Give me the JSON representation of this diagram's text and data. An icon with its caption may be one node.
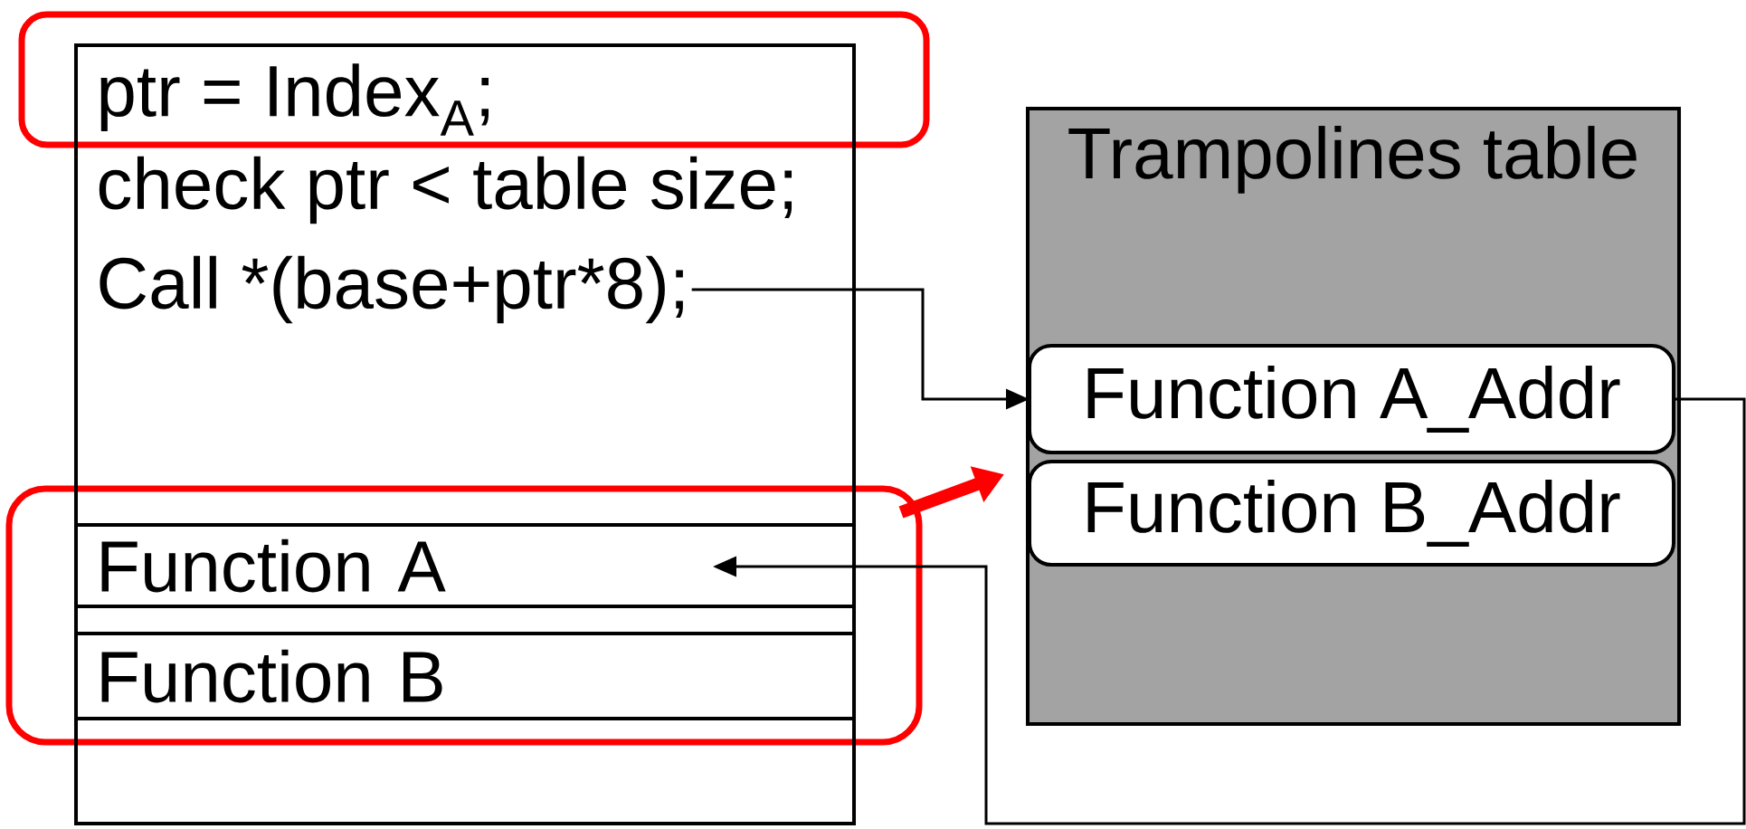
{
  "diagram": {
    "nodes": [
      {
        "text": [
          "ptr = Index$_{A}$;",
          "check ptr < table size;"
        ]
      },
      {
        "text": [
          "Call *(base+ptr*8);"
        ],
        "in": 0
      },
      {
        "text": [
          "Function A"
        ],
        "in": 0
      },
      {
        "text": [
          "Function B"
        ],
        "in": 0
      },
      {
        "text": [
          "Trampolines table"
        ]
      },
      {
        "text": [
          "Function A_Addr"
        ],
        "in": 4
      },
      {
        "text": [
          "Function B_Addr"
        ],
        "in": 4
      }
    ],
    "edges": [
      {
        "from": 1,
        "to": 5,
        "arrow": "to"
      },
      {
        "from": 5,
        "to": 2,
        "arrow": "to"
      }
    ]
  }
}
